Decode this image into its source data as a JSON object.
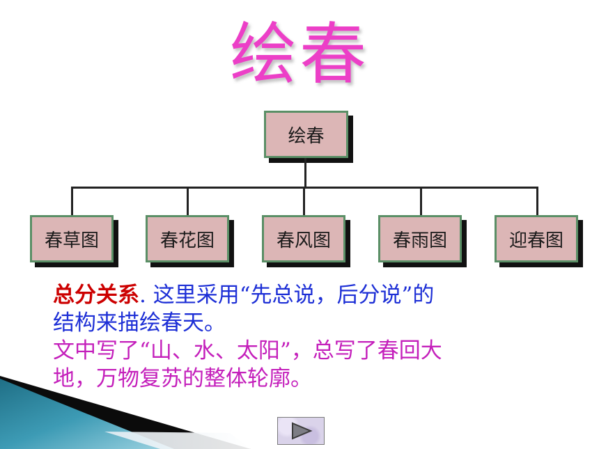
{
  "title": "绘春",
  "diagram": {
    "root": "绘春",
    "children": [
      "春草图",
      "春花图",
      "春风图",
      "春雨图",
      "迎春图"
    ]
  },
  "text": {
    "label": "总分关系",
    "line1": ". 这里采用“先总说，后分说”的",
    "line2": "结构来描绘春天。",
    "line3": "文中写了“山、水、太阳”，总写了春回大",
    "line4": "地，万物复苏的整体轮廓。"
  },
  "colors": {
    "title": "#ec3fc7",
    "box_fill": "#dcb6b6",
    "box_border": "#5a8f66",
    "label": "#cc0000",
    "blue_text": "#1d2fd6",
    "magenta_text": "#c41fbb"
  },
  "nav": {
    "icon": "play-triangle-icon"
  }
}
